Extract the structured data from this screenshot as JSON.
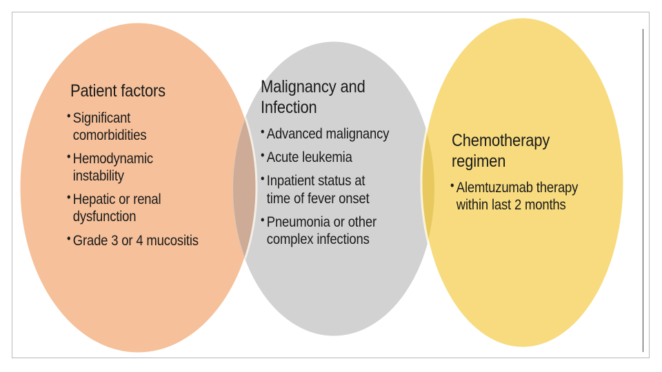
{
  "diagram": {
    "type": "venn",
    "title_text": "",
    "frame": {
      "border_color": "#b8b8b8",
      "rule_color": "#3a3a3a"
    },
    "palette": {
      "orange": "#f5c09a",
      "gray": "#d2d2d2",
      "yellow": "#f7db7e",
      "orange_gray_overlap": "#cdab97",
      "gray_yellow_overlap": "#e8c95f",
      "outline": "#ffffff",
      "text": "#1a1a1a"
    },
    "groups": [
      {
        "id": "patient-factors",
        "title": "Patient factors",
        "fill": "#f5c09a",
        "items": [
          "Significant\ncomorbidities",
          "Hemodynamic\ninstability",
          "Hepatic or renal\ndysfunction",
          "Grade 3 or 4 mucositis"
        ]
      },
      {
        "id": "malignancy-and-infection",
        "title": "Malignancy and\nInfection",
        "fill": "#d2d2d2",
        "items": [
          "Advanced malignancy",
          "Acute leukemia",
          "Inpatient status at\ntime of fever onset",
          "Pneumonia or other\ncomplex infections"
        ]
      },
      {
        "id": "chemotherapy-regimen",
        "title": "Chemotherapy\nregimen",
        "fill": "#f7db7e",
        "items": [
          "Alemtuzumab therapy\nwithin last 2 months"
        ]
      }
    ]
  }
}
